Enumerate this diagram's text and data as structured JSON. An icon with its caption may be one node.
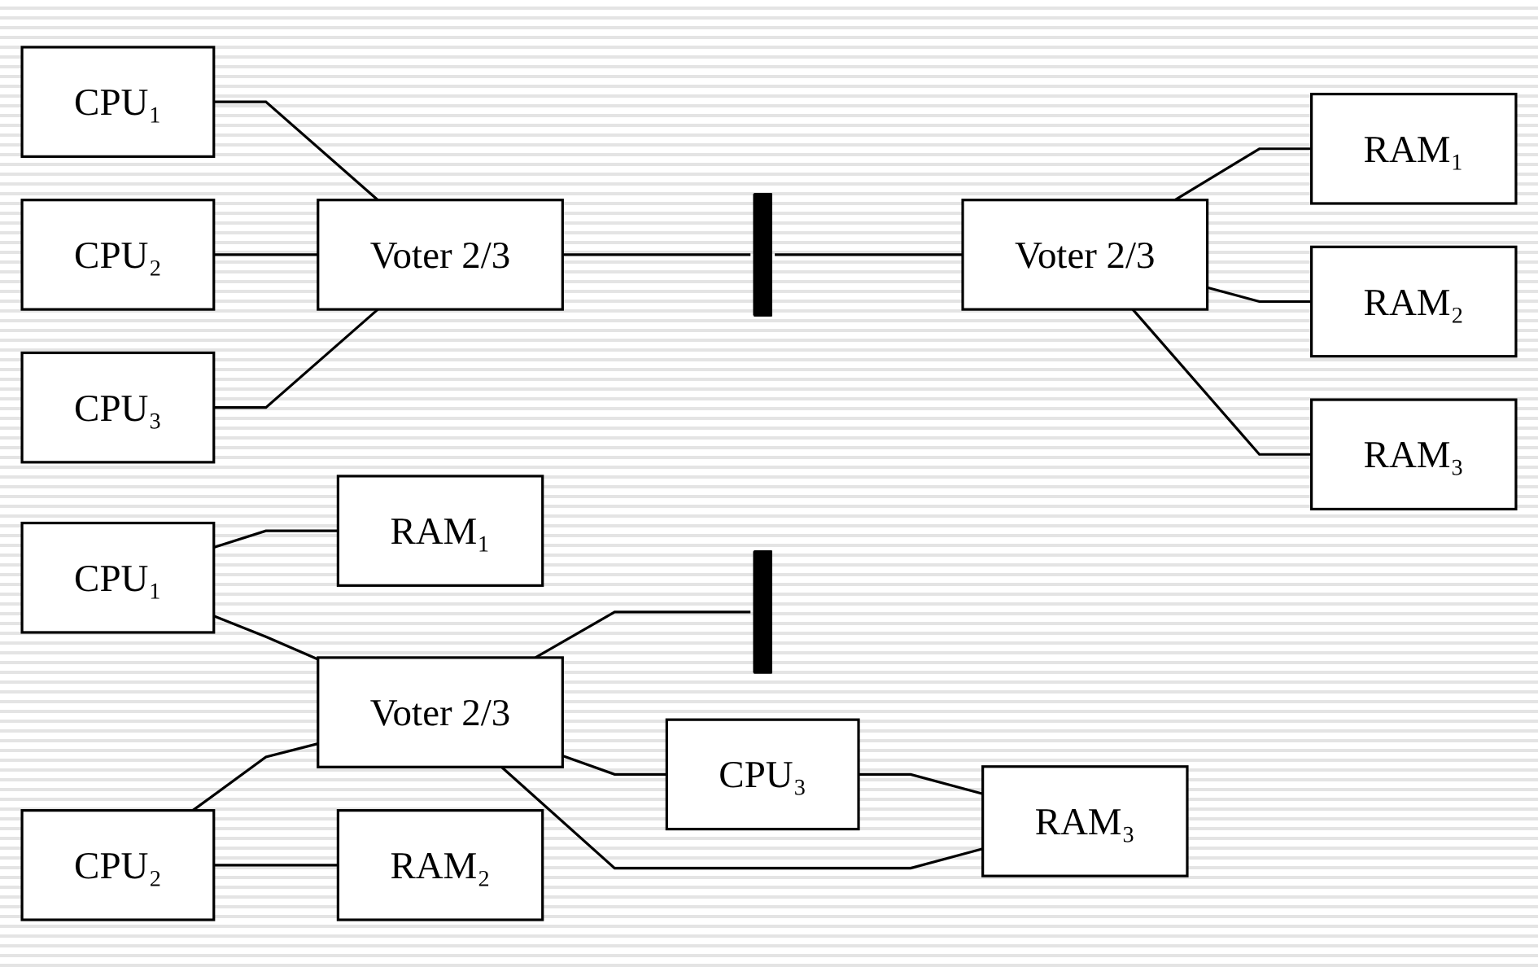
{
  "diagram": {
    "nodes": [
      {
        "text": [
          "CPU₁"
        ]
      },
      {
        "text": [
          "CPU₂"
        ]
      },
      {
        "text": [
          "CPU₃"
        ]
      },
      {
        "text": [
          "Voter 2/3"
        ]
      },
      {
        "text": [],
        "shape": "bar"
      },
      {
        "text": [
          "Voter 2/3"
        ]
      },
      {
        "text": [
          "RAM₁"
        ]
      },
      {
        "text": [
          "RAM₂"
        ]
      },
      {
        "text": [
          "RAM₃"
        ]
      },
      {
        "text": [
          "CPU₁"
        ]
      },
      {
        "text": [
          "RAM₁"
        ]
      },
      {
        "text": [],
        "shape": "bar"
      },
      {
        "text": [
          "CPU₃"
        ]
      },
      {
        "text": [
          "Voter 2/3"
        ]
      },
      {
        "text": [
          "CPU₂"
        ]
      },
      {
        "text": [
          "RAM₂"
        ]
      },
      {
        "text": [
          "RAM₃"
        ]
      }
    ],
    "edges": [
      {
        "from": 0,
        "to": 3,
        "arrow": "none"
      },
      {
        "from": 1,
        "to": 3,
        "arrow": "none"
      },
      {
        "from": 2,
        "to": 3,
        "arrow": "none"
      },
      {
        "from": 3,
        "to": 4,
        "arrow": "none"
      },
      {
        "from": 4,
        "to": 5,
        "arrow": "none"
      },
      {
        "from": 5,
        "to": 6,
        "arrow": "none"
      },
      {
        "from": 5,
        "to": 7,
        "arrow": "none"
      },
      {
        "from": 5,
        "to": 8,
        "arrow": "none"
      },
      {
        "from": 9,
        "to": 10,
        "arrow": "none"
      },
      {
        "from": 9,
        "to": 13,
        "arrow": "none"
      },
      {
        "from": 14,
        "to": 15,
        "arrow": "none"
      },
      {
        "from": 14,
        "to": 13,
        "arrow": "none"
      },
      {
        "from": 13,
        "to": 11,
        "arrow": "none"
      },
      {
        "from": 12,
        "to": 16,
        "arrow": "none"
      },
      {
        "from": 13,
        "to": 12,
        "arrow": "none"
      },
      {
        "from": 13,
        "to": 16,
        "arrow": "none"
      }
    ]
  }
}
